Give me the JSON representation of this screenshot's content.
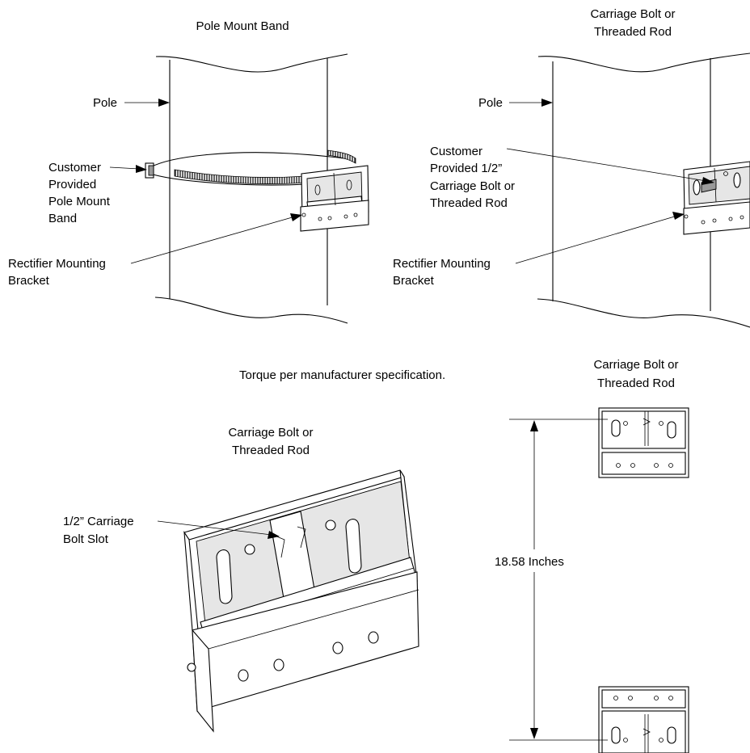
{
  "left_view": {
    "title": "Pole Mount Band",
    "pole_label": "Pole",
    "band_label": [
      "Customer",
      "Provided",
      "Pole Mount",
      "Band"
    ],
    "bracket_label": [
      "Rectifier Mounting",
      "Bracket"
    ]
  },
  "right_view": {
    "title": [
      "Carriage Bolt or",
      "Threaded Rod"
    ],
    "pole_label": "Pole",
    "bolt_label": [
      "Customer",
      "Provided 1/2”",
      "Carriage Bolt or",
      "Threaded Rod"
    ],
    "bracket_label": [
      "Rectifier Mounting",
      "Bracket"
    ]
  },
  "note": "Torque per manufacturer specification.",
  "detail_view": {
    "title": [
      "Carriage Bolt or",
      "Threaded Rod"
    ],
    "slot_label": [
      "1/2” Carriage",
      "Bolt Slot"
    ]
  },
  "spacing_view": {
    "title": [
      "Carriage Bolt or",
      "Threaded Rod"
    ],
    "dimension_label": "18.58 Inches"
  }
}
